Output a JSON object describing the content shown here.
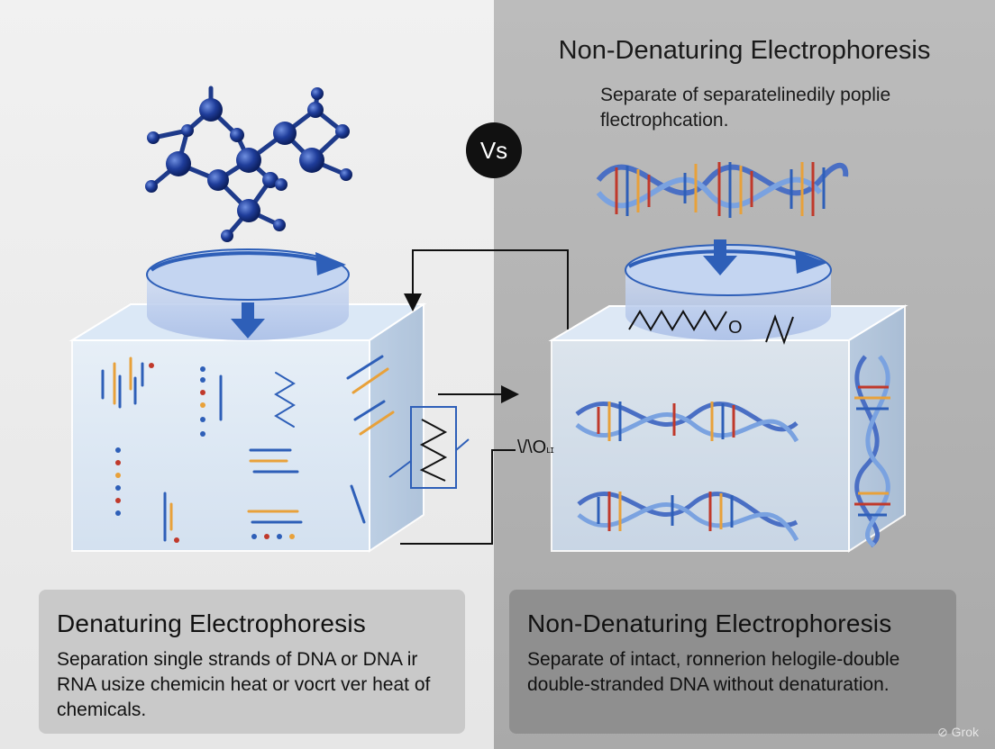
{
  "vs_label": "Vs",
  "right_title": "Non-Denaturing Electrophoresis",
  "right_subtitle": "Separate of separatelinedily poplie flectrophcation.",
  "signal_right": "O",
  "signal_mid": "\\/\\O",
  "signal_mid_small": "ʟɪ",
  "left_card": {
    "title": "Denaturing Electrophoresis",
    "body": "Separation single strands of DNA or DNA ir RNA usize chemicin heat or vocrt ver heat of chemicals."
  },
  "right_card": {
    "title": "Non-Denaturing Electrophoresis",
    "body": "Separate of intact, ronnerion helogile-double double-stranded DNA without denaturation."
  },
  "watermark": "Grok",
  "colors": {
    "accent_blue": "#2e5fb8",
    "molecule": "#1e3a8a",
    "gel": "#dbe8f5"
  }
}
